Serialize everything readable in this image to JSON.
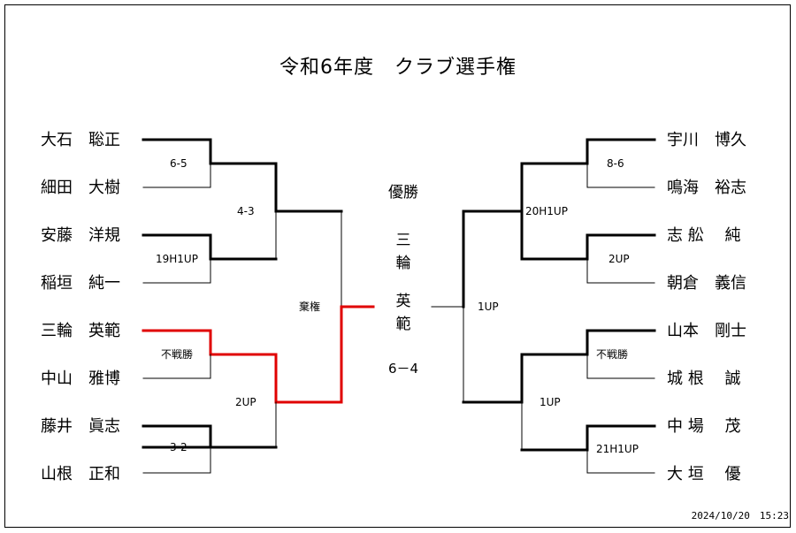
{
  "title": "令和6年度　クラブ選手権",
  "left_players": [
    "大石　聡正",
    "細田　大樹",
    "安藤　洋規",
    "稲垣　純一",
    "三輪　英範",
    "中山　雅博",
    "藤井　眞志",
    "山根　正和"
  ],
  "right_players": [
    "宇川　博久",
    "鳴海　裕志",
    "志 舩　 純",
    "朝倉　義信",
    "山本　剛士",
    "城 根　 誠",
    "中 場　 茂",
    "大 垣　 優"
  ],
  "left_r1_scores": [
    "6-5",
    "19H1UP",
    "不戦勝",
    "3-2"
  ],
  "left_r2_scores": [
    "4-3",
    "2UP"
  ],
  "left_semi_score": "棄権",
  "right_r1_scores": [
    "8-6",
    "2UP",
    "不戦勝",
    "21H1UP"
  ],
  "right_r2_scores": [
    "20H1UP",
    "1UP"
  ],
  "right_semi_score": "1UP",
  "champion_label": "優勝",
  "champion_name_chars": [
    "三",
    "輪",
    "英",
    "範"
  ],
  "final_score": "6－4",
  "timestamp": "2024/10/20　15:23",
  "colors": {
    "winner_path": "#e00000",
    "line": "#000000"
  }
}
